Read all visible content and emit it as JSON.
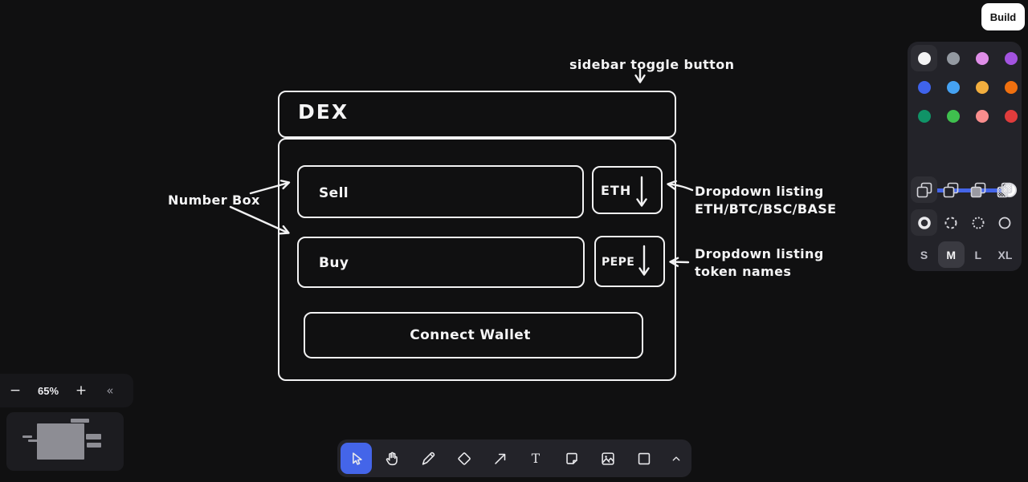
{
  "build_button": {
    "label": "Build"
  },
  "style_panel": {
    "colors": [
      {
        "name": "white",
        "hex": "#f3f3f4",
        "selected": true
      },
      {
        "name": "grey",
        "hex": "#9399a1",
        "selected": false
      },
      {
        "name": "light-violet",
        "hex": "#df8ee8",
        "selected": false
      },
      {
        "name": "violet",
        "hex": "#a353e0",
        "selected": false
      },
      {
        "name": "blue",
        "hex": "#3f63ec",
        "selected": false
      },
      {
        "name": "light-blue",
        "hex": "#45a2f3",
        "selected": false
      },
      {
        "name": "yellow",
        "hex": "#f2ae3e",
        "selected": false
      },
      {
        "name": "orange",
        "hex": "#f0700f",
        "selected": false
      },
      {
        "name": "green",
        "hex": "#109367",
        "selected": false
      },
      {
        "name": "light-green",
        "hex": "#3fc04e",
        "selected": false
      },
      {
        "name": "light-red",
        "hex": "#f98d8d",
        "selected": false
      },
      {
        "name": "red",
        "hex": "#e03c3c",
        "selected": false
      }
    ],
    "slider_color": "#4465e9",
    "fill_styles": [
      "none",
      "semi",
      "solid",
      "pattern"
    ],
    "fill_selected": "none",
    "dash_styles": [
      "draw",
      "dashed",
      "dotted",
      "solid"
    ],
    "dash_selected": "draw",
    "sizes": [
      {
        "label": "S",
        "selected": false
      },
      {
        "label": "M",
        "selected": true
      },
      {
        "label": "L",
        "selected": false
      },
      {
        "label": "XL",
        "selected": false
      }
    ]
  },
  "canvas": {
    "diagram": {
      "title": "DEX",
      "sell_label": "Sell",
      "sell_token": "ETH",
      "buy_label": "Buy",
      "buy_token": "PEPE",
      "connect_label": "Connect Wallet"
    },
    "annotations": {
      "top": "sidebar toggle button",
      "left": "Number Box",
      "right1_line1": "Dropdown listing",
      "right1_line2": "ETH/BTC/BSC/BASE",
      "right2_line1": "Dropdown listing",
      "right2_line2": "token names"
    },
    "stroke_color": "#f2f2f3"
  },
  "zoom_controls": {
    "minus": "−",
    "zoom_level": "65%",
    "plus": "+",
    "collapse": "«"
  },
  "toolbar": {
    "tools": [
      {
        "name": "select",
        "selected": true
      },
      {
        "name": "hand",
        "selected": false
      },
      {
        "name": "draw",
        "selected": false
      },
      {
        "name": "eraser",
        "selected": false
      },
      {
        "name": "arrow",
        "selected": false
      },
      {
        "name": "text",
        "selected": false
      },
      {
        "name": "note",
        "selected": false
      },
      {
        "name": "asset",
        "selected": false
      },
      {
        "name": "rectangle",
        "selected": false
      },
      {
        "name": "more-tools",
        "selected": false
      }
    ],
    "accent": "#4465e9"
  }
}
